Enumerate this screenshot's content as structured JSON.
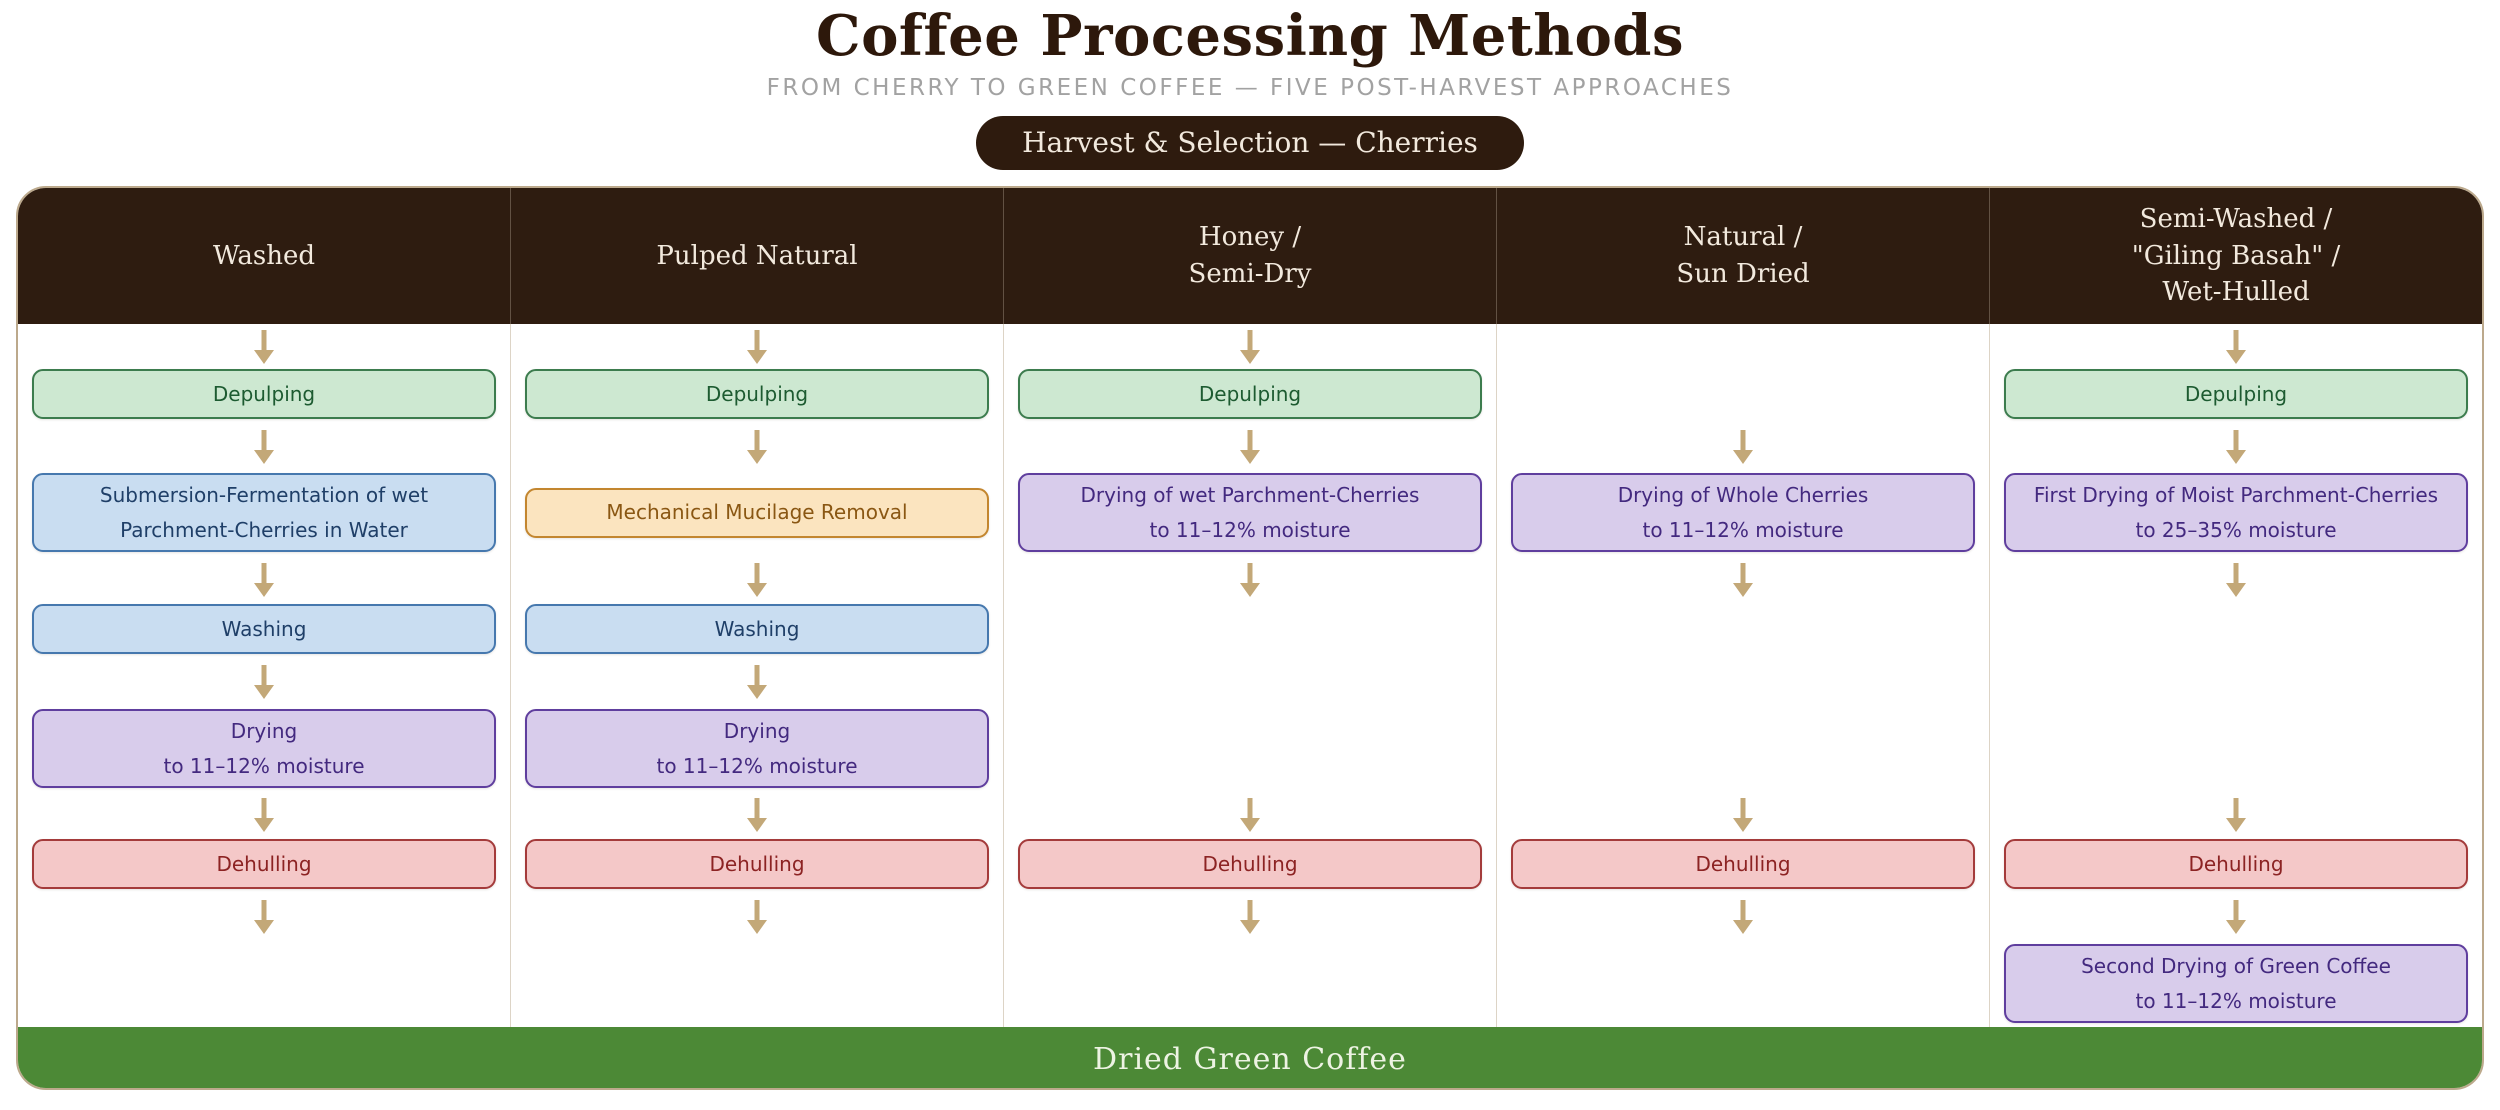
{
  "header": {
    "title": "Coffee Processing Methods",
    "subtitle": "FROM CHERRY TO GREEN COFFEE — FIVE POST-HARVEST APPROACHES",
    "start_node": "Harvest & Selection — Cherries"
  },
  "footer": {
    "end_node": "Dried Green Coffee"
  },
  "colors": {
    "brand_brown": "#2e1c10",
    "header_text": "#f2e9dd",
    "frame_border": "#bca98c",
    "arrow": "#c3a878",
    "footer_green": "#4c8936",
    "box_green": {
      "bg": "#cde8d1",
      "border": "#3c7c4e",
      "text": "#1d5b31"
    },
    "box_blue": {
      "bg": "#c9ddf1",
      "border": "#4678ae",
      "text": "#1f3f68"
    },
    "box_purple": {
      "bg": "#d8cceb",
      "border": "#5f3e9e",
      "text": "#43297f"
    },
    "box_orange": {
      "bg": "#fbe4bf",
      "border": "#c3862f",
      "text": "#8a5713"
    },
    "box_pink": {
      "bg": "#f4c8c8",
      "border": "#a43b3b",
      "text": "#8c2323"
    }
  },
  "columns": [
    {
      "id": "washed",
      "header_lines": [
        "Washed"
      ],
      "arrows": [
        "a1",
        "a2",
        "a3",
        "a4",
        "a5",
        "a6"
      ],
      "boxes": [
        {
          "row": "b1",
          "style": "green",
          "lines": [
            "Depulping"
          ]
        },
        {
          "row": "b2",
          "style": "blue",
          "lines": [
            "Submersion-Fermentation of wet",
            "Parchment-Cherries in Water"
          ]
        },
        {
          "row": "b3",
          "style": "blue",
          "lines": [
            "Washing"
          ]
        },
        {
          "row": "b4",
          "style": "purple",
          "lines": [
            "Drying",
            "to 11–12% moisture"
          ]
        },
        {
          "row": "b5",
          "style": "pink",
          "lines": [
            "Dehulling"
          ]
        }
      ]
    },
    {
      "id": "pulped-natural",
      "header_lines": [
        "Pulped Natural"
      ],
      "arrows": [
        "a1",
        "a2",
        "a3",
        "a4",
        "a5",
        "a6"
      ],
      "boxes": [
        {
          "row": "b1",
          "style": "green",
          "lines": [
            "Depulping"
          ]
        },
        {
          "row": "b2",
          "style": "orange",
          "lines": [
            "Mechanical Mucilage Removal"
          ]
        },
        {
          "row": "b3",
          "style": "blue",
          "lines": [
            "Washing"
          ]
        },
        {
          "row": "b4",
          "style": "purple",
          "lines": [
            "Drying",
            "to 11–12% moisture"
          ]
        },
        {
          "row": "b5",
          "style": "pink",
          "lines": [
            "Dehulling"
          ]
        }
      ]
    },
    {
      "id": "honey-semi-dry",
      "header_lines": [
        "Honey /",
        "Semi-Dry"
      ],
      "arrows": [
        "a1",
        "a2",
        "a3",
        "a5",
        "a6"
      ],
      "boxes": [
        {
          "row": "b1",
          "style": "green",
          "lines": [
            "Depulping"
          ]
        },
        {
          "row": "b2",
          "style": "purple",
          "lines": [
            "Drying of wet Parchment-Cherries",
            "to 11–12% moisture"
          ]
        },
        {
          "row": "b5",
          "style": "pink",
          "lines": [
            "Dehulling"
          ]
        }
      ]
    },
    {
      "id": "natural-sun-dried",
      "header_lines": [
        "Natural /",
        "Sun Dried"
      ],
      "arrows": [
        "a2",
        "a3",
        "a5",
        "a6"
      ],
      "boxes": [
        {
          "row": "b2",
          "style": "purple",
          "lines": [
            "Drying of Whole Cherries",
            "to 11–12% moisture"
          ]
        },
        {
          "row": "b5",
          "style": "pink",
          "lines": [
            "Dehulling"
          ]
        }
      ]
    },
    {
      "id": "semi-washed-giling-basah-wet-hulled",
      "header_lines": [
        "Semi-Washed /",
        "\"Giling Basah\" /",
        "Wet-Hulled"
      ],
      "arrows": [
        "a1",
        "a2",
        "a3",
        "a5",
        "a6"
      ],
      "boxes": [
        {
          "row": "b1",
          "style": "green",
          "lines": [
            "Depulping"
          ]
        },
        {
          "row": "b2",
          "style": "purple",
          "lines": [
            "First Drying of Moist Parchment-Cherries",
            "to 25–35% moisture"
          ]
        },
        {
          "row": "b5",
          "style": "pink",
          "lines": [
            "Dehulling"
          ]
        },
        {
          "row": "b6",
          "style": "purple",
          "lines": [
            "Second Drying of Green Coffee",
            "to 11–12% moisture"
          ]
        }
      ]
    }
  ]
}
